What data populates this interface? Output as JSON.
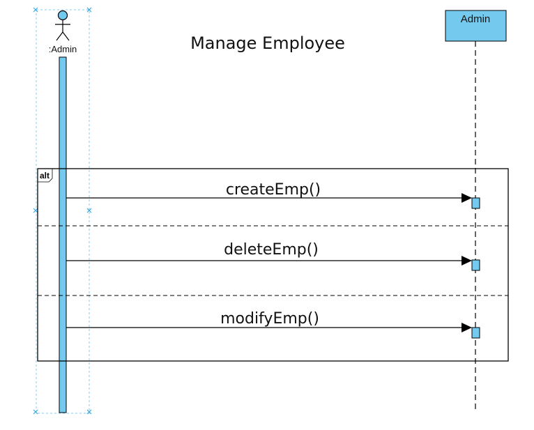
{
  "diagram": {
    "title": "Manage Employee",
    "actor": {
      "label": ":Admin"
    },
    "lifeline": {
      "label": "Admin"
    },
    "fragment": {
      "operator": "alt",
      "messages": [
        {
          "label": "createEmp()"
        },
        {
          "label": "deleteEmp()"
        },
        {
          "label": "modifyEmp()"
        }
      ]
    },
    "colors": {
      "activation_fill": "#74c9ee",
      "header_fill": "#74c9ee",
      "selection_handle": "#3aa7e0",
      "line": "#000000"
    }
  }
}
